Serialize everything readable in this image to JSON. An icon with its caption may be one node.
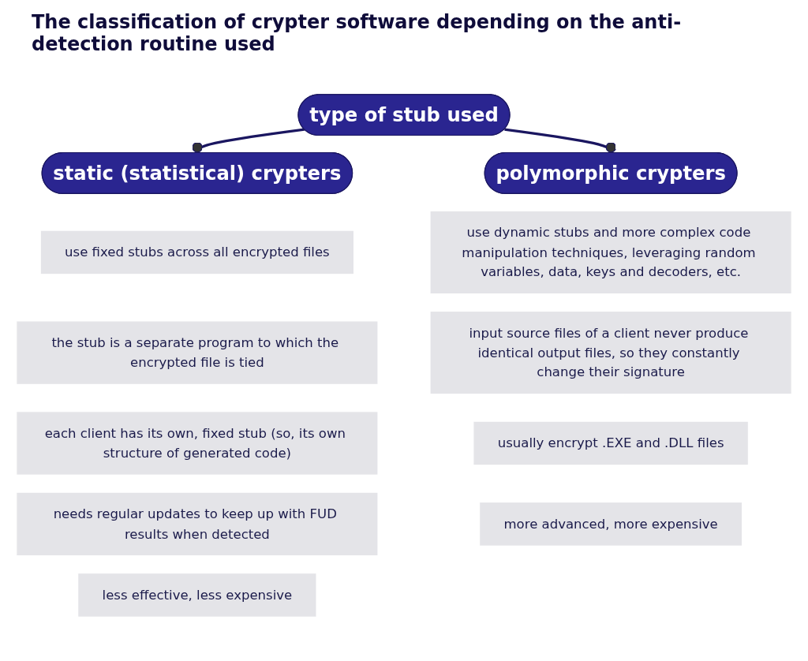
{
  "diagram": {
    "title": "The classification of crypter software depending on the anti-detection routine used",
    "nodes": [
      {
        "text": [
          "type of stub used"
        ]
      },
      {
        "text": [
          "static (statistical) crypters"
        ]
      },
      {
        "text": [
          "polymorphic crypters"
        ]
      },
      {
        "text": [
          "use fixed stubs across all encrypted files"
        ]
      },
      {
        "text": [
          "the stub is a separate program to which the encrypted file is tied"
        ]
      },
      {
        "text": [
          "each client has its own, fixed stub (so, its own structure of generated code)"
        ]
      },
      {
        "text": [
          "needs regular updates to keep up with FUD results when detected"
        ]
      },
      {
        "text": [
          "less effective, less expensive"
        ]
      },
      {
        "text": [
          "use dynamic stubs and more complex code manipulation techniques, leveraging random variables, data, keys and decoders, etc."
        ]
      },
      {
        "text": [
          "input source files of a client never produce identical output files, so they constantly change their signature"
        ]
      },
      {
        "text": [
          "usually encrypt .EXE and .DLL files"
        ]
      },
      {
        "text": [
          "more advanced, more expensive"
        ]
      }
    ],
    "edges": [
      {
        "from": 0,
        "to": 1,
        "arrow": "other"
      },
      {
        "from": 0,
        "to": 2,
        "arrow": "other"
      }
    ]
  }
}
